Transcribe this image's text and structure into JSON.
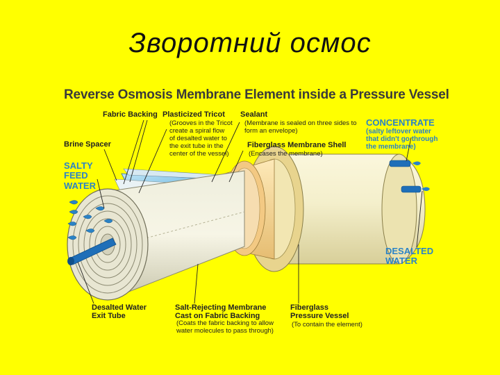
{
  "slide": {
    "title": "Зворотний осмос"
  },
  "diagram": {
    "title": "Reverse Osmosis Membrane Element inside a Pressure Vessel",
    "labels": {
      "fabric_backing": "Fabric Backing",
      "plasticized_tricot": "Plasticized Tricot",
      "plasticized_tricot_note": "(Grooves in the Tricot\ncreate a spiral flow\nof desalted water to\nthe exit tube in the\ncenter of the vessel)",
      "sealant": "Sealant",
      "sealant_note": "(Membrane is sealed on three sides to\nform an envelope)",
      "brine_spacer": "Brine Spacer",
      "fiberglass_shell": "Fiberglass Membrane Shell",
      "fiberglass_shell_note": "(Encases the membrane)",
      "concentrate": "CONCENTRATE",
      "concentrate_note": "(salty leftover water\nthat didn't go through\nthe membrane)",
      "salty_feed_water": "SALTY\nFEED\nWATER",
      "desalted_water": "DESALTED\nWATER",
      "desalted_exit_tube": "Desalted Water\nExit Tube",
      "salt_rejecting": "Salt-Rejecting Membrane\nCast on Fabric Backing",
      "salt_rejecting_note": "(Coats the fabric backing to allow\nwater molecules to pass through)",
      "pressure_vessel": "Fiberglass\nPressure Vessel",
      "pressure_vessel_note": "(To contain the element)"
    }
  },
  "colors": {
    "background": "#ffff00",
    "vessel": "#f3eec6",
    "vessel_shade": "#d9d09a",
    "shell": "#f7d79a",
    "membrane_blue": "#5fb3e0",
    "water_blue": "#2b83c6",
    "tube_blue": "#1f6fb8"
  }
}
